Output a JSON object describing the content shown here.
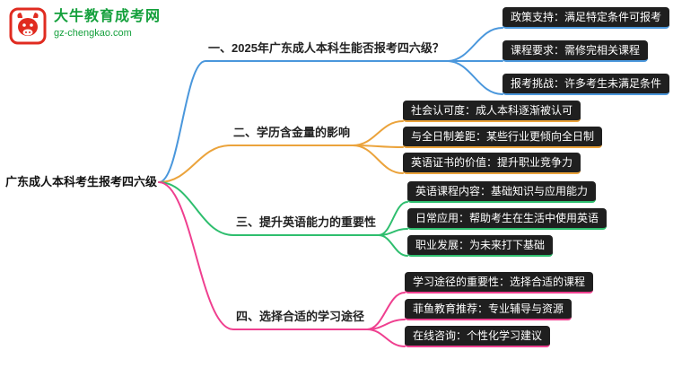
{
  "logo": {
    "name": "大牛教育成考网",
    "url": "gz-chengkao.com",
    "icon": "bull-icon",
    "icon_color": "#e02b20",
    "text_color": "#14a03c"
  },
  "root": {
    "label": "广东成人本科考生报考四六级"
  },
  "branches": [
    {
      "label": "一、2025年广东成人本科生能否报考四六级？",
      "color": "#4a97dc",
      "children": [
        "政策支持：满足特定条件可报考",
        "课程要求：需修完相关课程",
        "报考挑战：许多考生未满足条件"
      ]
    },
    {
      "label": "二、学历含金量的影响",
      "color": "#eba33b",
      "children": [
        "社会认可度：成人本科逐渐被认可",
        "与全日制差距：某些行业更倾向全日制",
        "英语证书的价值：提升职业竞争力"
      ]
    },
    {
      "label": "三、提升英语能力的重要性",
      "color": "#2ebe6e",
      "children": [
        "英语课程内容：基础知识与应用能力",
        "日常应用：帮助考生在生活中使用英语",
        "职业发展：为未来打下基础"
      ]
    },
    {
      "label": "四、选择合适的学习途径",
      "color": "#ef3f8f",
      "children": [
        "学习途径的重要性：选择合适的课程",
        "菲鱼教育推荐：专业辅导与资源",
        "在线咨询：个性化学习建议"
      ]
    }
  ]
}
